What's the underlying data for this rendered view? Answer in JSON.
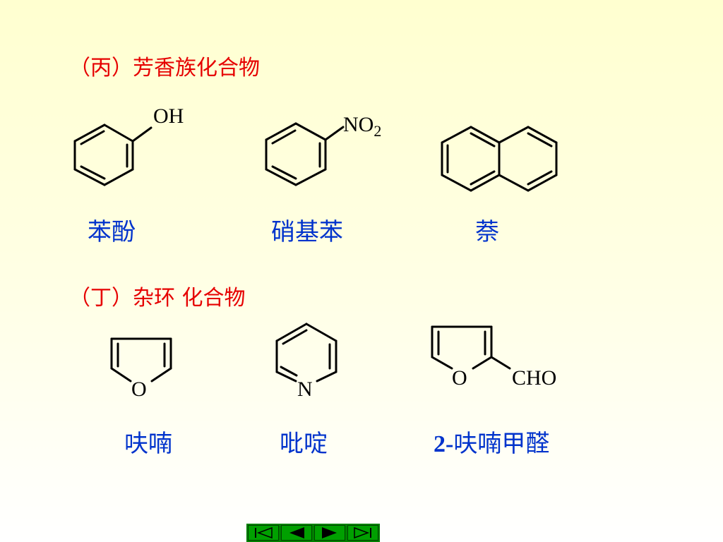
{
  "aromatic": {
    "heading": "（丙）芳香族化合物",
    "compounds": [
      {
        "name": "苯酚",
        "substituent": "OH"
      },
      {
        "name": "硝基苯",
        "substituent_main": "NO",
        "substituent_sub": "2"
      },
      {
        "name": "萘"
      }
    ]
  },
  "heterocyclic": {
    "heading": "（丁）杂环 化合物",
    "compounds": [
      {
        "name": "呋喃",
        "heteroatom": "O"
      },
      {
        "name": "吡啶",
        "heteroatom": "N"
      },
      {
        "name_prefix": "2-",
        "name": "呋喃甲醛",
        "heteroatom": "O",
        "substituent": "CHO"
      }
    ]
  },
  "navigation": {
    "buttons": [
      "first-icon",
      "previous-icon",
      "next-icon",
      "last-icon"
    ]
  }
}
